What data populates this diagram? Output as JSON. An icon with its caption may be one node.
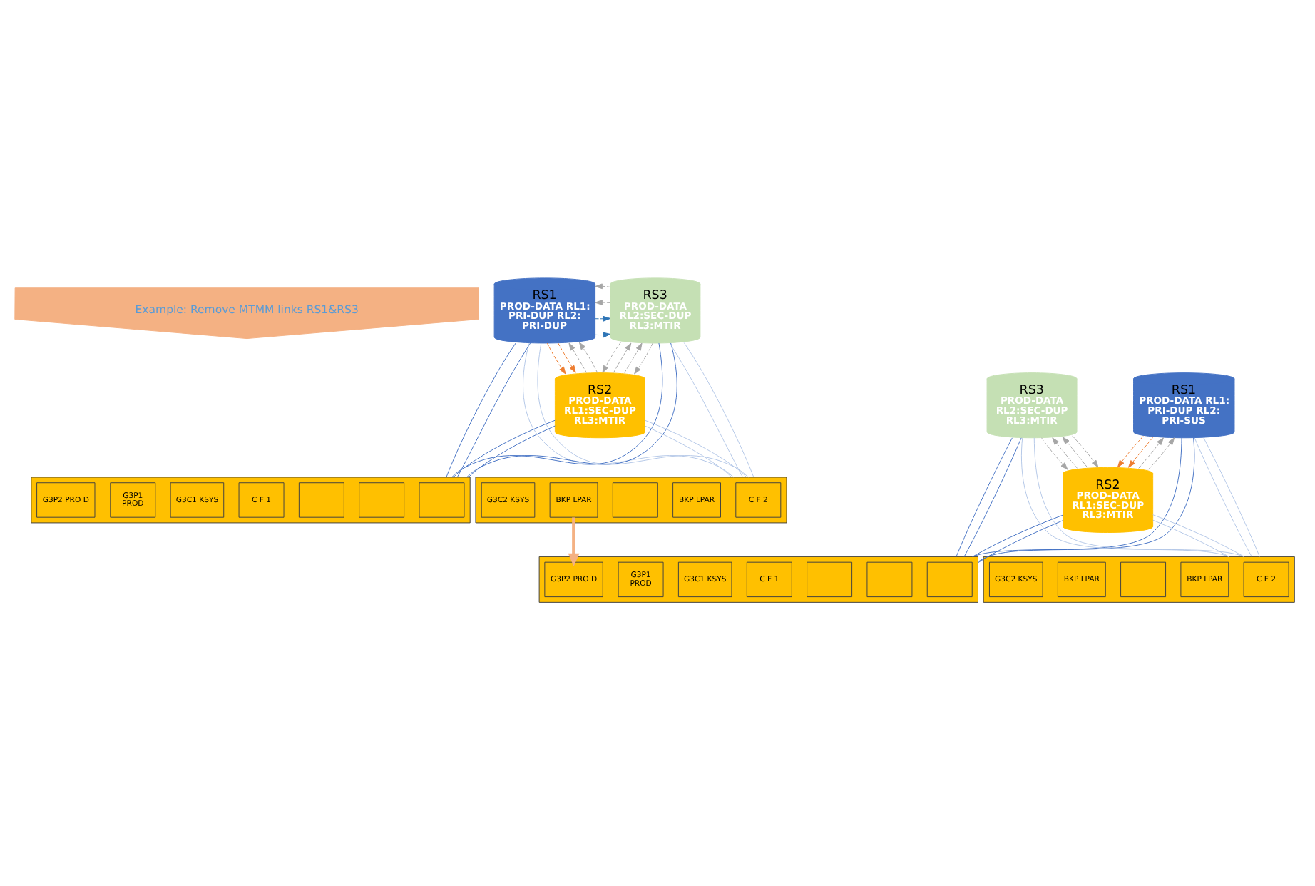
{
  "diagram": {
    "nodes": [
      {
        "text": [
          "Example: Remove MTMM links RS1&RS3"
        ]
      },
      {
        "text": [
          "RS1",
          "PROD-DATA RL1: PRI-DUP RL2: PRI-DUP"
        ]
      },
      {
        "text": [
          "RS3",
          "PROD-DATA RL2:SEC-DUP RL3:MTIR"
        ]
      },
      {
        "text": [
          "RS2",
          "PROD-DATA RL1:SEC-DUP RL3:MTIR"
        ]
      },
      {
        "text": [],
        "shape": "box"
      },
      {
        "text": [],
        "shape": "box",
        "in": 4
      },
      {
        "text": [],
        "shape": "box",
        "in": 4
      },
      {
        "text": [],
        "shape": "box",
        "in": 4
      },
      {
        "text": [
          "C F 1"
        ],
        "in": 4
      },
      {
        "text": [
          "G3C1 KSYS"
        ],
        "in": 4
      },
      {
        "text": [
          "G3P1",
          "PROD"
        ],
        "in": 4
      },
      {
        "text": [
          "G3P2 PRO D"
        ],
        "in": 4
      },
      {
        "text": [],
        "shape": "box"
      },
      {
        "text": [
          "C F 2"
        ],
        "in": 12
      },
      {
        "text": [
          "BKP LPAR"
        ],
        "in": 12
      },
      {
        "text": [],
        "shape": "box",
        "in": 12
      },
      {
        "text": [
          "BKP LPAR"
        ],
        "in": 12
      },
      {
        "text": [
          "G3C2 KSYS"
        ],
        "in": 12
      },
      {
        "text": [
          "RS1",
          "PROD-DATA RL1: PRI-DUP RL2: PRI-SUS"
        ]
      },
      {
        "text": [
          "RS3",
          "PROD-DATA RL2:SEC-DUP RL3:MTIR"
        ]
      },
      {
        "text": [
          "RS2",
          "PROD-DATA RL1:SEC-DUP RL3:MTIR"
        ]
      },
      {
        "text": [],
        "shape": "box"
      },
      {
        "text": [],
        "shape": "box",
        "in": 21
      },
      {
        "text": [],
        "shape": "box",
        "in": 21
      },
      {
        "text": [],
        "shape": "box",
        "in": 21
      },
      {
        "text": [
          "C F 1"
        ],
        "in": 21
      },
      {
        "text": [
          "G3C1 KSYS"
        ],
        "in": 21
      },
      {
        "text": [
          "G3P1",
          "PROD"
        ],
        "in": 21
      },
      {
        "text": [
          "G3P2 PRO D"
        ],
        "in": 21
      },
      {
        "text": [],
        "shape": "box"
      },
      {
        "text": [
          "C F 2"
        ],
        "in": 29
      },
      {
        "text": [
          "BKP LPAR"
        ],
        "in": 29
      },
      {
        "text": [],
        "shape": "box",
        "in": 29
      },
      {
        "text": [
          "BKP LPAR"
        ],
        "in": 29
      },
      {
        "text": [
          "G3C2 KSYS"
        ],
        "in": 29
      }
    ],
    "edges": [
      {
        "from": 1,
        "to": 2,
        "arrow": "to",
        "style": "dashed",
        "color": "#2e75b6"
      },
      {
        "from": 1,
        "to": 2,
        "arrow": "to",
        "style": "dashed",
        "color": "#2e75b6"
      },
      {
        "from": 2,
        "to": 1,
        "arrow": "to",
        "style": "dashed",
        "color": "#a6a6a6"
      },
      {
        "from": 2,
        "to": 1,
        "arrow": "to",
        "style": "dashed",
        "color": "#a6a6a6"
      },
      {
        "from": 1,
        "to": 3,
        "arrow": "to",
        "style": "dashed",
        "color": "#ed7d31"
      },
      {
        "from": 1,
        "to": 3,
        "arrow": "to",
        "style": "dashed",
        "color": "#ed7d31"
      },
      {
        "from": 3,
        "to": 1,
        "arrow": "to",
        "style": "dashed",
        "color": "#a6a6a6"
      },
      {
        "from": 3,
        "to": 1,
        "arrow": "to",
        "style": "dashed",
        "color": "#a6a6a6"
      },
      {
        "from": 3,
        "to": 2,
        "arrow": "to",
        "style": "dashed",
        "color": "#a6a6a6"
      },
      {
        "from": 3,
        "to": 2,
        "arrow": "to",
        "style": "dashed",
        "color": "#a6a6a6"
      },
      {
        "from": 2,
        "to": 3,
        "arrow": "to",
        "style": "dashed",
        "color": "#a6a6a6"
      },
      {
        "from": 2,
        "to": 3,
        "arrow": "to",
        "style": "dashed",
        "color": "#a6a6a6"
      },
      {
        "from": 1,
        "to": 4,
        "arrow": "none",
        "color": "#4472c4"
      },
      {
        "from": 1,
        "to": 4,
        "arrow": "none",
        "color": "#4472c4"
      },
      {
        "from": 3,
        "to": 4,
        "arrow": "none",
        "color": "#4472c4"
      },
      {
        "from": 3,
        "to": 4,
        "arrow": "none",
        "color": "#4472c4"
      },
      {
        "from": 2,
        "to": 4,
        "arrow": "none",
        "color": "#4472c4"
      },
      {
        "from": 2,
        "to": 4,
        "arrow": "none",
        "color": "#4472c4"
      },
      {
        "from": 1,
        "to": 12,
        "arrow": "none",
        "color": "#b4c7e7"
      },
      {
        "from": 1,
        "to": 12,
        "arrow": "none",
        "color": "#b4c7e7"
      },
      {
        "from": 3,
        "to": 12,
        "arrow": "none",
        "color": "#b4c7e7"
      },
      {
        "from": 3,
        "to": 12,
        "arrow": "none",
        "color": "#b4c7e7"
      },
      {
        "from": 2,
        "to": 12,
        "arrow": "none",
        "color": "#b4c7e7"
      },
      {
        "from": 2,
        "to": 12,
        "arrow": "none",
        "color": "#b4c7e7"
      },
      {
        "from": 18,
        "to": 20,
        "arrow": "to",
        "style": "dashed",
        "color": "#ed7d31"
      },
      {
        "from": 18,
        "to": 20,
        "arrow": "to",
        "style": "dashed",
        "color": "#ed7d31"
      },
      {
        "from": 20,
        "to": 18,
        "arrow": "to",
        "style": "dashed",
        "color": "#a6a6a6"
      },
      {
        "from": 20,
        "to": 18,
        "arrow": "to",
        "style": "dashed",
        "color": "#a6a6a6"
      },
      {
        "from": 20,
        "to": 19,
        "arrow": "to",
        "style": "dashed",
        "color": "#a6a6a6"
      },
      {
        "from": 20,
        "to": 19,
        "arrow": "to",
        "style": "dashed",
        "color": "#a6a6a6"
      },
      {
        "from": 19,
        "to": 20,
        "arrow": "to",
        "style": "dashed",
        "color": "#a6a6a6"
      },
      {
        "from": 19,
        "to": 20,
        "arrow": "to",
        "style": "dashed",
        "color": "#a6a6a6"
      },
      {
        "from": 18,
        "to": 21,
        "arrow": "none",
        "color": "#4472c4"
      },
      {
        "from": 18,
        "to": 21,
        "arrow": "none",
        "color": "#4472c4"
      },
      {
        "from": 20,
        "to": 21,
        "arrow": "none",
        "color": "#4472c4"
      },
      {
        "from": 20,
        "to": 21,
        "arrow": "none",
        "color": "#4472c4"
      },
      {
        "from": 19,
        "to": 21,
        "arrow": "none",
        "color": "#4472c4"
      },
      {
        "from": 19,
        "to": 21,
        "arrow": "none",
        "color": "#4472c4"
      },
      {
        "from": 18,
        "to": 29,
        "arrow": "none",
        "color": "#b4c7e7"
      },
      {
        "from": 18,
        "to": 29,
        "arrow": "none",
        "color": "#b4c7e7"
      },
      {
        "from": 20,
        "to": 29,
        "arrow": "none",
        "color": "#b4c7e7"
      },
      {
        "from": 20,
        "to": 29,
        "arrow": "none",
        "color": "#b4c7e7"
      },
      {
        "from": 19,
        "to": 29,
        "arrow": "none",
        "color": "#b4c7e7"
      },
      {
        "from": 19,
        "to": 29,
        "arrow": "none",
        "color": "#b4c7e7"
      },
      {
        "from": 16,
        "to": 28,
        "arrow": "to",
        "style": "thick",
        "color": "#f4b183"
      }
    ]
  }
}
